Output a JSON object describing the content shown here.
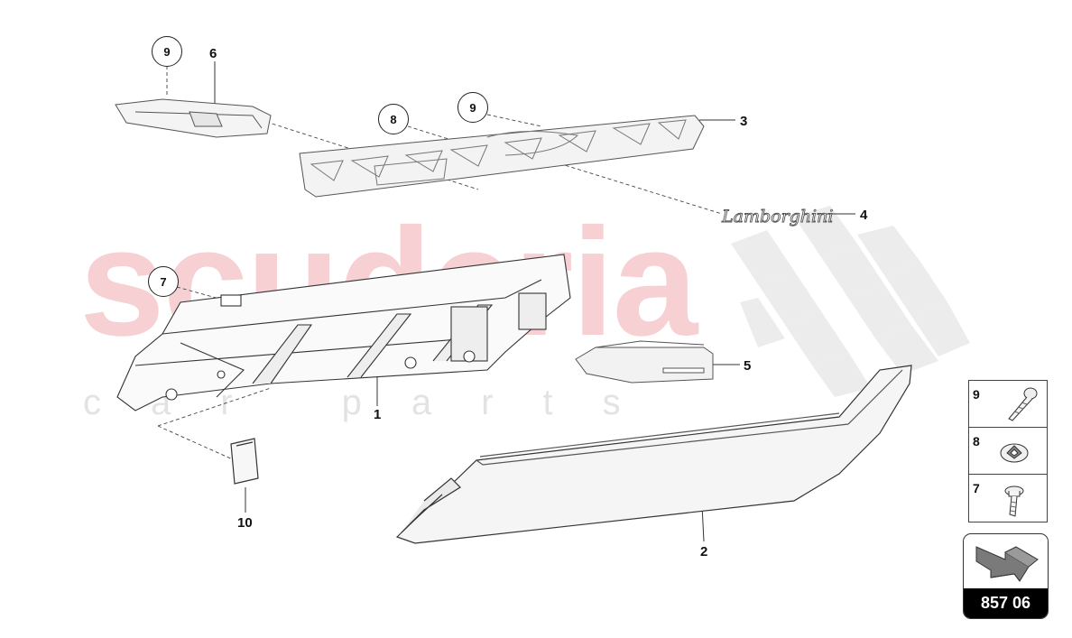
{
  "watermark": {
    "main": "scuderia",
    "sub": "car parts"
  },
  "part_labels": [
    "1",
    "2",
    "3",
    "4",
    "5",
    "6",
    "10"
  ],
  "fastener_callouts": [
    "9",
    "8",
    "9",
    "7"
  ],
  "legend": [
    {
      "num": "9",
      "icon": "screw-icon"
    },
    {
      "num": "8",
      "icon": "clip-nut-icon"
    },
    {
      "num": "7",
      "icon": "flange-screw-icon"
    }
  ],
  "badge": {
    "code": "857 06",
    "icon": "arrow-icon"
  },
  "logo_script": "Lamborghini"
}
